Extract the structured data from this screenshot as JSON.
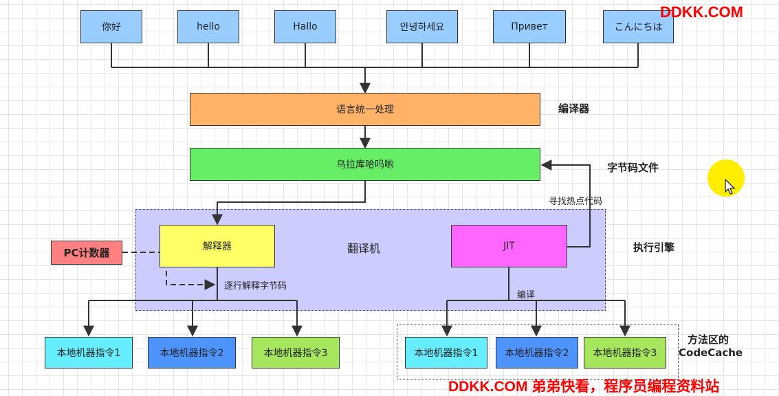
{
  "inputs": [
    {
      "label": "你好"
    },
    {
      "label": "hello"
    },
    {
      "label": "Hallo"
    },
    {
      "label": "안녕하세요"
    },
    {
      "label": "Привет"
    },
    {
      "label": "こんにちは"
    }
  ],
  "unified": {
    "label": "语言统一处理",
    "side_label": "编译器"
  },
  "bytecode": {
    "label": "乌拉库哈吗喲",
    "side_label": "字节码文件"
  },
  "engine": {
    "center_label": "翻译机",
    "side_label": "执行引擎",
    "interpreter": "解释器",
    "jit": "JIT",
    "hotspot_label": "寻找热点代码",
    "line_by_line": "逐行解释字节码",
    "compile": "编译"
  },
  "pc": {
    "label": "PC计数器"
  },
  "native_left": [
    "本地机器指令1",
    "本地机器指令2",
    "本地机器指令3"
  ],
  "native_right": [
    "本地机器指令1",
    "本地机器指令2",
    "本地机器指令3"
  ],
  "codecache": {
    "line1": "方法区的",
    "line2": "CodeCache"
  },
  "watermark": {
    "top": "DDKK.COM",
    "bottom": "DDKK.COM 弟弟快看，程序员编程资料站"
  },
  "colors": {
    "lang": "#99ccff",
    "unified": "#ffb366",
    "bytecode": "#66ee66",
    "engine": "#ccccff",
    "interpreter": "#ffff66",
    "jit": "#ff66ff",
    "pc": "#ff8080",
    "cyan": "#66eeff",
    "blue": "#4d94ff",
    "green": "#a6e65c",
    "watermark": "#ff0000"
  }
}
